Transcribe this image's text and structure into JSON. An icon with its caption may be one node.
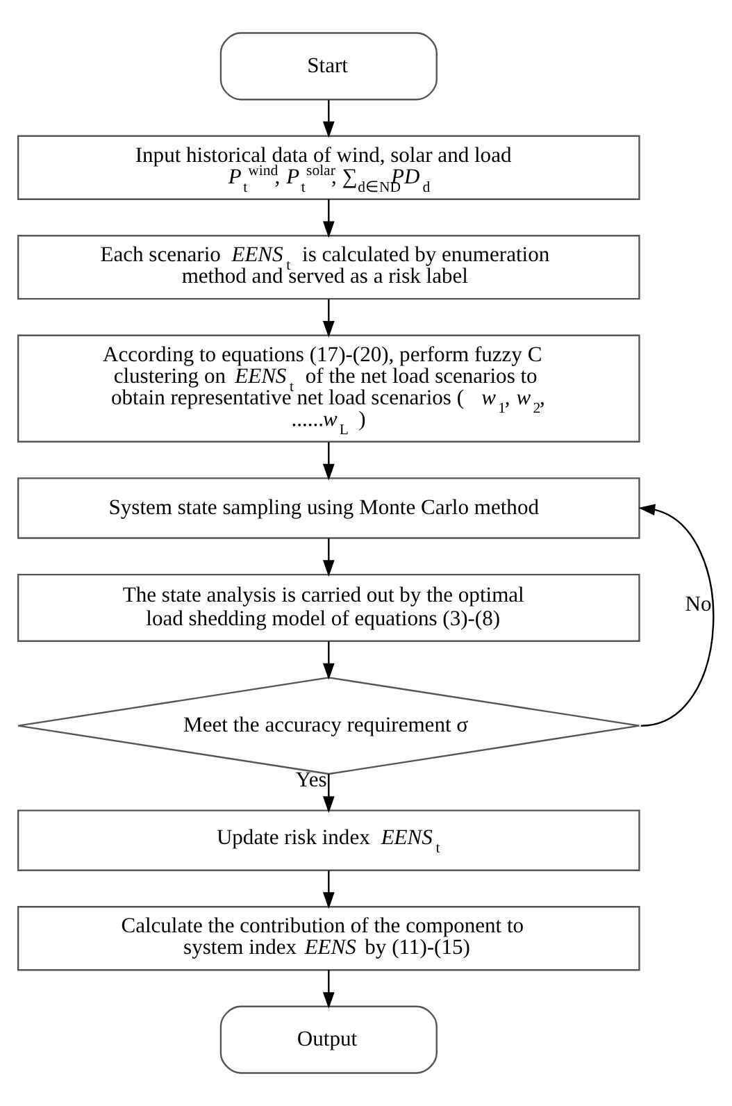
{
  "diagram": {
    "nodes": [
      {
        "text": [
          "Start"
        ]
      },
      {
        "text": [
          "Input historical data of wind, solar and load",
          "*P*$_{t}$$^{wind}$, *P*$_{t}$$^{solar}$, ∑$_{d∈ND}$*PD*$_{d}$"
        ]
      },
      {
        "text": [
          "Each scenario *EENS*$_{t}$ is calculated by enumeration method and served as a risk label"
        ]
      },
      {
        "text": [
          "According to equations (17)-(20), perform fuzzy C clustering on *EENS*$_{t}$ of the net load scenarios to obtain representative net load scenarios ( *w*$_{1}$, *w*$_{2}$, ......*w*$_{L}$ )"
        ]
      },
      {
        "text": [
          "System state sampling using Monte Carlo method"
        ]
      },
      {
        "text": [
          "The state analysis is carried out by the optimal load shedding model of equations (3)-(8)"
        ]
      },
      {
        "text": [
          "Meet the accuracy requirement σ"
        ]
      },
      {
        "text": [
          "Update risk index *EENS*$_{t}$"
        ]
      },
      {
        "text": [
          "Calculate the contribution of the component to system index *EENS* by (11)-(15)"
        ]
      },
      {
        "text": [
          "Output"
        ]
      }
    ],
    "edges": [
      {
        "from": 0,
        "to": 1,
        "arrow": "to"
      },
      {
        "from": 1,
        "to": 2,
        "arrow": "to"
      },
      {
        "from": 2,
        "to": 3,
        "arrow": "to"
      },
      {
        "from": 3,
        "to": 4,
        "arrow": "to"
      },
      {
        "from": 4,
        "to": 5,
        "arrow": "to"
      },
      {
        "from": 5,
        "to": 6,
        "arrow": "to"
      },
      {
        "from": 6,
        "to": 7,
        "arrow": "to",
        "label": "Yes"
      },
      {
        "from": 7,
        "to": 8,
        "arrow": "to"
      },
      {
        "from": 8,
        "to": 9,
        "arrow": "to"
      },
      {
        "from": 6,
        "to": 4,
        "arrow": "to",
        "label": "No"
      }
    ]
  }
}
